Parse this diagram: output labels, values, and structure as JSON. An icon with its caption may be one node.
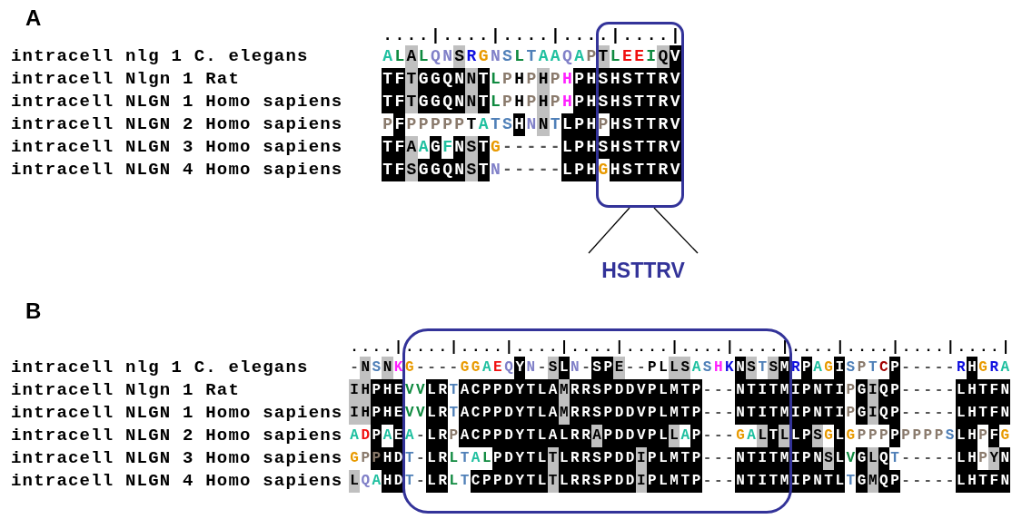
{
  "diagram": {
    "nodes": [
      {
        "text": [],
        "shape": "box"
      },
      {
        "text": [
          "HSTTRV"
        ]
      },
      {
        "text": [],
        "shape": "box"
      }
    ],
    "edges": [
      {
        "from": 0,
        "to": 1,
        "arrow": "none"
      },
      {
        "from": 0,
        "to": 1,
        "arrow": "none"
      }
    ],
    "labels": [
      "A",
      "....|....|....|....|....|",
      "intracell nlg 1 C. elegans",
      "ALALQNSRGNSLTAAQAPTLEEIQV",
      "intracell Nlgn 1 Rat",
      "TFTGGQNNTLPHPHPHPHSHSTTRV",
      "intracell NLGN 1 Homo sapiens",
      "TFTGGQNNTLPHPHPHPHSHSTTRV",
      "intracell NLGN 2 Homo sapiens",
      "PFPPPPPTATSHNNTLPHPHSTTRV",
      "intracell NLGN 3 Homo sapiens",
      "TFAAGFNSTG-----LPHSHSTTRV",
      "intracell NLGN 4 Homo sapiens",
      "TFSGGQNSTN-----LPHGHSTTRV",
      "B",
      "....|....|....|....|....|....|....|....|....|....|....|....|",
      "intracell nlg 1 C. elegans",
      "-NSNKG----GGAEQYN-SLN-SPE--PLLSASHKNSTSMRPAGISPTCP-----RHGRA",
      "intracell Nlgn 1 Rat",
      "IHPHEVVLRTACPPDYTLAMRRSPDDVPLMTP---NTITMIPNTIPGIQP-----LHTFN",
      "intracell NLGN 1 Homo sapiens",
      "IHPHEVVLRTACPPDYTLAMRRSPDDVPLMTP---NTITMIPNTIPGIQP-----LHTFN",
      "intracell NLGN 2 Homo sapiens",
      "ADPAEA-LRPACPPDYTLALRRAPDDVPLLAP---GALTLLPSGLGPPPPPPPPSLHPFG",
      "intracell NLGN 3 Homo sapiens",
      "GPPHDT-LRLTALPDYTLTLRRSPDDIPLMTP---NTITMIPNSLVGLQT-----LHPYN",
      "intracell NLGN 4 Homo sapiens",
      "LQAHDT-LRLTCPPDYTLTLRRSPDDIPLMTP---NTITMIPNTLTGMQP-----LHTFN"
    ]
  }
}
